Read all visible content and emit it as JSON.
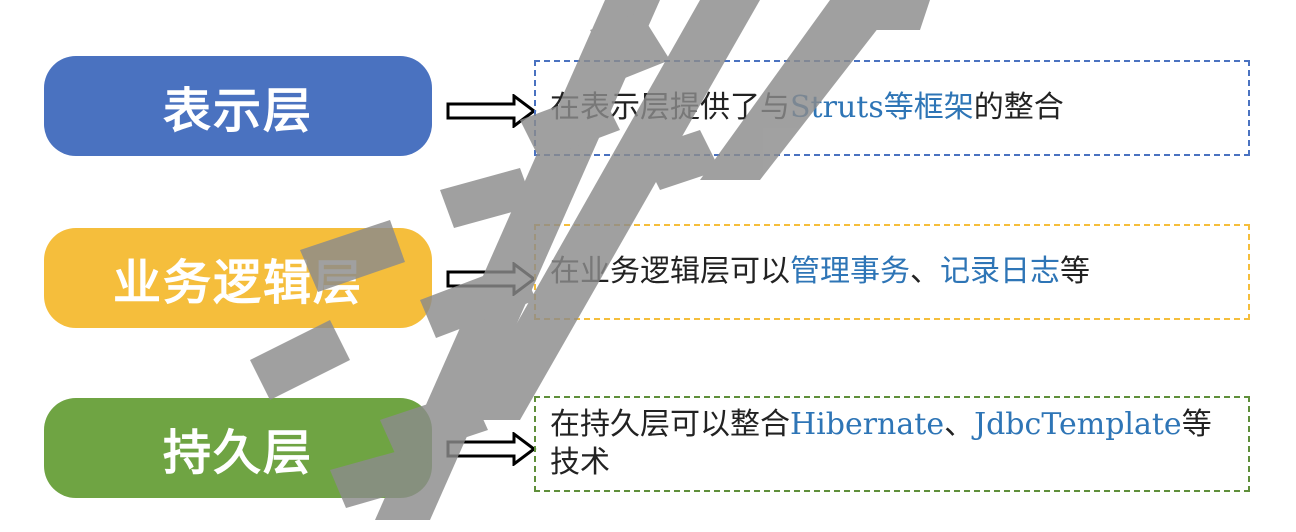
{
  "layers": [
    {
      "label": "表示层",
      "color": "#4a72c0",
      "border_color": "#4a72c0",
      "segments": [
        {
          "text": "在表示层提供了与",
          "highlight": false
        },
        {
          "text": "Struts等框架",
          "highlight": true
        },
        {
          "text": "的整合",
          "highlight": false
        }
      ]
    },
    {
      "label": "业务逻辑层",
      "color": "#f5be3c",
      "border_color": "#f5be3c",
      "segments": [
        {
          "text": "在业务逻辑层可以",
          "highlight": false
        },
        {
          "text": "管理事务",
          "highlight": true
        },
        {
          "text": "、",
          "highlight": false
        },
        {
          "text": "记录日志",
          "highlight": true
        },
        {
          "text": "等",
          "highlight": false
        }
      ]
    },
    {
      "label": "持久层",
      "color": "#6fa443",
      "border_color": "#5f8f3a",
      "segments": [
        {
          "text": "在持久层可以整合",
          "highlight": false
        },
        {
          "text": "Hibernate",
          "highlight": true
        },
        {
          "text": "、",
          "highlight": false
        },
        {
          "text": "JdbcTemplate",
          "highlight": true
        },
        {
          "text": "等技术",
          "highlight": false
        }
      ]
    }
  ],
  "colors": {
    "highlight": "#2e75b6",
    "watermark": "#8c8c8c"
  }
}
